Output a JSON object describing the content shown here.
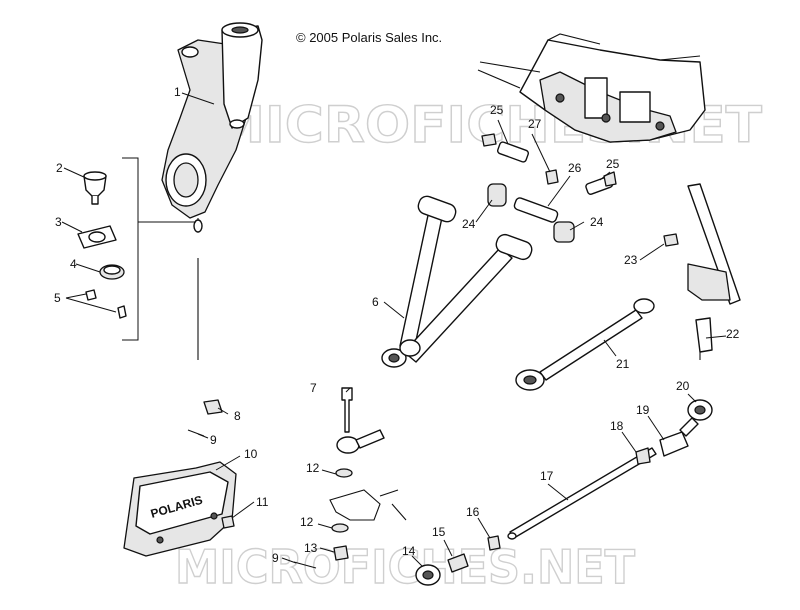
{
  "copyright": "© 2005 Polaris Sales Inc.",
  "watermark": "MICROFICHES.NET",
  "logo_text": "POLARIS",
  "parts": [
    {
      "number": "1"
    },
    {
      "number": "2"
    },
    {
      "number": "3"
    },
    {
      "number": "4"
    },
    {
      "number": "5"
    },
    {
      "number": "6"
    },
    {
      "number": "7"
    },
    {
      "number": "8"
    },
    {
      "number": "9"
    },
    {
      "number": "9"
    },
    {
      "number": "10"
    },
    {
      "number": "11"
    },
    {
      "number": "12"
    },
    {
      "number": "12"
    },
    {
      "number": "13"
    },
    {
      "number": "14"
    },
    {
      "number": "15"
    },
    {
      "number": "16"
    },
    {
      "number": "17"
    },
    {
      "number": "18"
    },
    {
      "number": "19"
    },
    {
      "number": "20"
    },
    {
      "number": "21"
    },
    {
      "number": "22"
    },
    {
      "number": "23"
    },
    {
      "number": "24"
    },
    {
      "number": "24"
    },
    {
      "number": "25"
    },
    {
      "number": "25"
    },
    {
      "number": "26"
    },
    {
      "number": "27"
    }
  ]
}
